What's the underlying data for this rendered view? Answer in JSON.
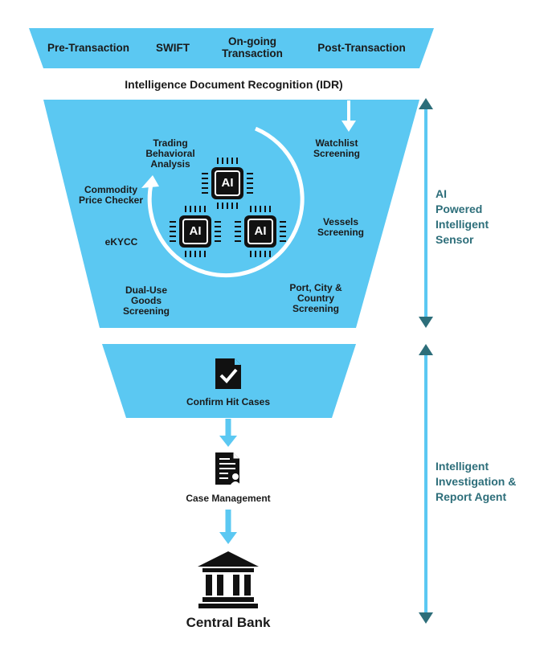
{
  "top_bar": {
    "items": [
      "Pre-Transaction",
      "SWIFT",
      "On-going\nTransaction",
      "Post-Transaction"
    ]
  },
  "idr_label": "Intelligence Document Recognition (IDR)",
  "funnel": {
    "cycle_labels": {
      "trading": "Trading\nBehavioral\nAnalysis",
      "commodity": "Commodity\nPrice Checker",
      "ekycc": "eKYCC",
      "dual_use": "Dual-Use\nGoods\nScreening",
      "watchlist": "Watchlist\nScreening",
      "vessels": "Vessels\nScreening",
      "port": "Port, City &\nCountry\nScreening"
    },
    "chip_label": "AI"
  },
  "lower_funnel": {
    "confirm_label": "Confirm Hit Cases"
  },
  "case_management_label": "Case Management",
  "central_bank_label": "Central Bank",
  "side_labels": {
    "ai_sensor": "AI\nPowered\nIntelligent\nSensor",
    "investigation": "Intelligent\nInvestigation &\nReport Agent"
  },
  "colors": {
    "funnel": "#5bc8f2",
    "arrow_teal": "#2d6e7a",
    "arrow_light": "#5bc8f2",
    "chip": "#111111"
  },
  "icons": [
    "document-check-icon",
    "case-document-icon",
    "bank-building-icon",
    "ai-chip-icon"
  ]
}
